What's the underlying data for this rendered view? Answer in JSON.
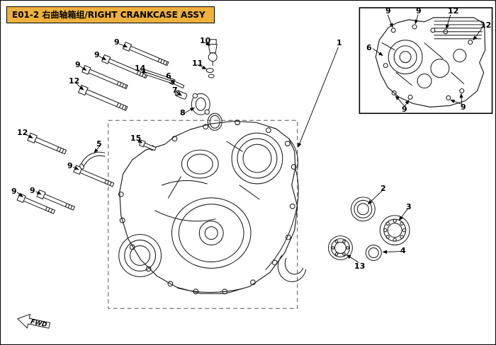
{
  "header": {
    "title": "E01-2 右曲轴箱组/RIGHT CRANKCASE ASSY",
    "title_bg_color": "#edb13c"
  },
  "diagram": {
    "fwd_label": "FWD",
    "line_color": "#222222"
  },
  "callouts": [
    {
      "label": "1"
    },
    {
      "label": "2"
    },
    {
      "label": "3"
    },
    {
      "label": "4"
    },
    {
      "label": "13"
    },
    {
      "label": "5"
    },
    {
      "label": "6"
    },
    {
      "label": "7"
    },
    {
      "label": "8"
    },
    {
      "label": "9"
    },
    {
      "label": "9"
    },
    {
      "label": "9"
    },
    {
      "label": "12"
    },
    {
      "label": "14"
    },
    {
      "label": "10"
    },
    {
      "label": "11"
    },
    {
      "label": "12"
    },
    {
      "label": "15"
    },
    {
      "label": "9"
    },
    {
      "label": "9"
    },
    {
      "label": "9"
    }
  ],
  "inset_callouts": [
    {
      "label": "9"
    },
    {
      "label": "9"
    },
    {
      "label": "12"
    },
    {
      "label": "12"
    },
    {
      "label": "6"
    },
    {
      "label": "9"
    },
    {
      "label": "9"
    }
  ]
}
